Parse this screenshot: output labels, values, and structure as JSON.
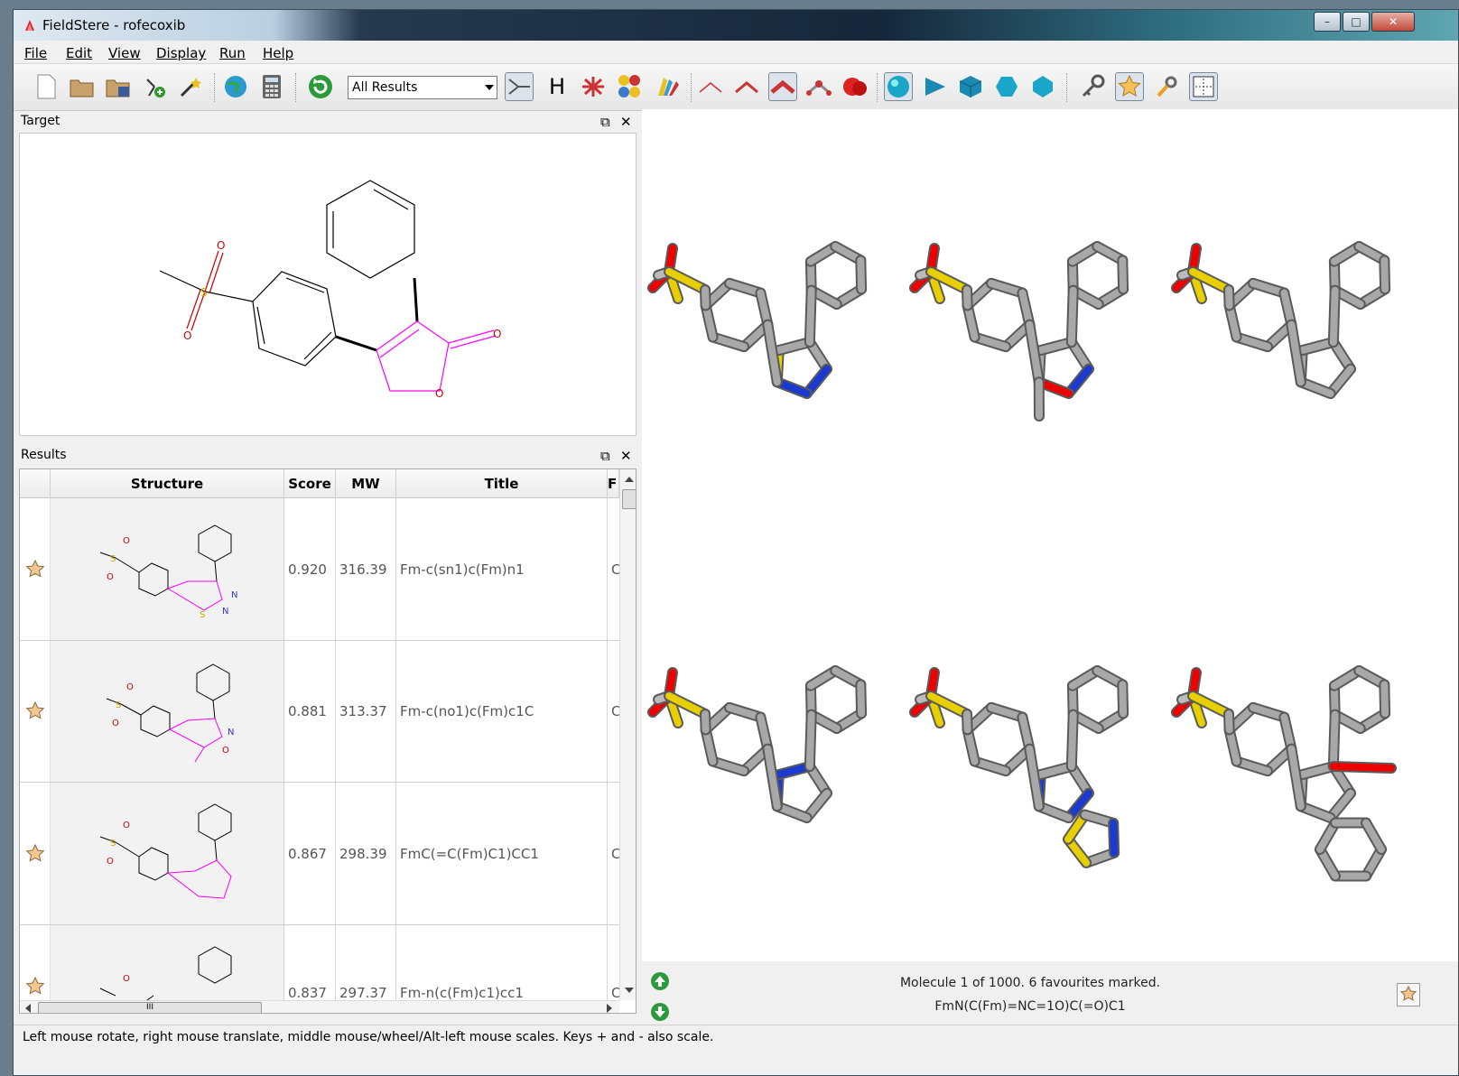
{
  "window": {
    "title": "FieldStere  - rofecoxib"
  },
  "menu": [
    "File",
    "Edit",
    "View",
    "Display",
    "Run",
    "Help"
  ],
  "toolbar": {
    "results_filter": "All Results",
    "hydrogen_label": "H",
    "icons": [
      "new-icon",
      "open-icon",
      "save-icon",
      "add-molecule-icon",
      "wizard-icon",
      "globe-icon",
      "calculator-icon",
      "refresh-icon",
      "wire-style-icon",
      "hydrogens-icon",
      "field-points-icon",
      "field-surface-icon",
      "color-scheme-icon",
      "line-style-icon",
      "stick-style-icon",
      "ball-stick-style-icon",
      "cpk-style-icon",
      "sphere-surface-icon",
      "cone-icon",
      "cube-icon",
      "octahedron-icon",
      "dodecahedron-icon",
      "key-icon",
      "favourite-icon",
      "filter-key-icon",
      "fit-view-icon"
    ]
  },
  "target_panel": {
    "title": "Target"
  },
  "results_panel": {
    "title": "Results",
    "columns": [
      "Structure",
      "Score",
      "MW",
      "Title",
      "F"
    ],
    "rows": [
      {
        "score": "0.920",
        "mw": "316.39",
        "title": "Fm-c(sn1)c(Fm)n1",
        "extra": "C"
      },
      {
        "score": "0.881",
        "mw": "313.37",
        "title": "Fm-c(no1)c(Fm)c1C",
        "extra": "C"
      },
      {
        "score": "0.867",
        "mw": "298.39",
        "title": "FmC(=C(Fm)C1)CC1",
        "extra": "C"
      },
      {
        "score": "0.837",
        "mw": "297.37",
        "title": "Fm-n(c(Fm)c1)cc1",
        "extra": "C"
      }
    ],
    "hscroll_label": "III"
  },
  "viewer_footer": {
    "line1": "Molecule 1 of 1000. 6 favourites marked.",
    "line2": "FmN(C(Fm)=NC=1O)C(=O)C1"
  },
  "status": {
    "text": "Left mouse rotate, right mouse translate, middle mouse/wheel/Alt-left mouse scales. Keys + and - also scale."
  }
}
